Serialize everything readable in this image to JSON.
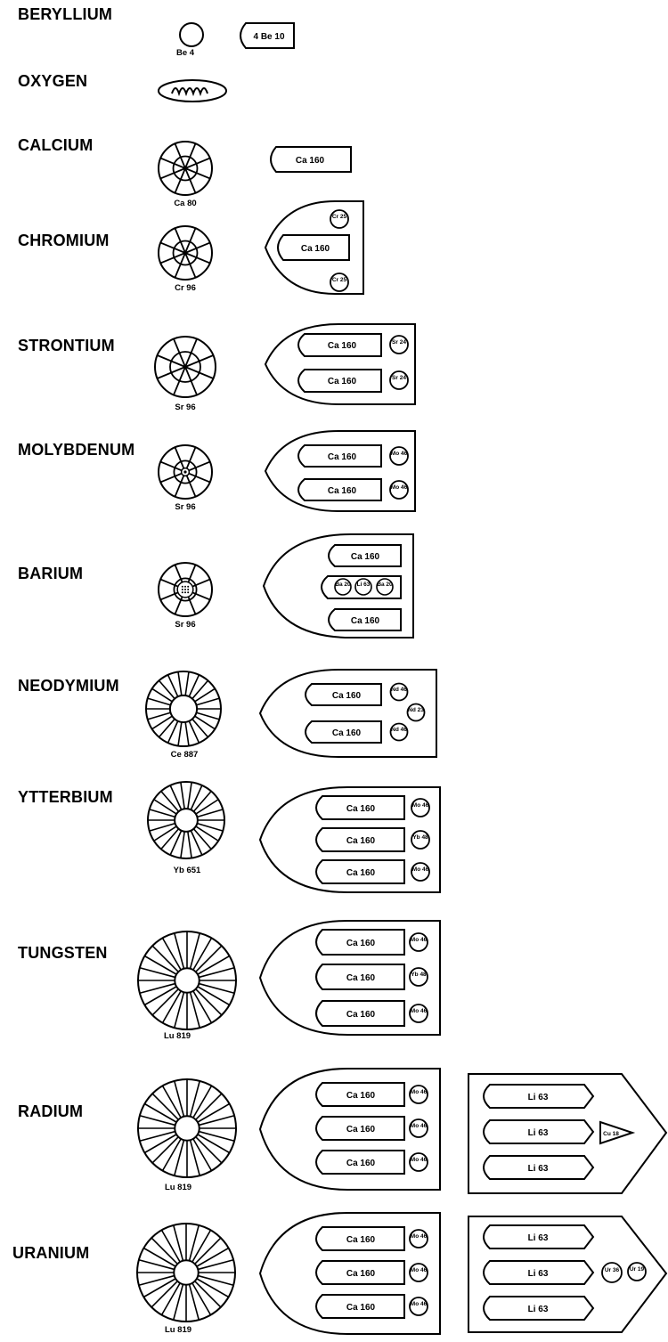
{
  "elements": [
    {
      "name": "BERYLLIUM",
      "caption": "Be 4",
      "tag": "4 Be 10"
    },
    {
      "name": "OXYGEN"
    },
    {
      "name": "CALCIUM",
      "caption": "Ca 80",
      "tag": "Ca 160"
    },
    {
      "name": "CHROMIUM",
      "caption": "Cr 96",
      "bar": "Ca 160",
      "circles": [
        "Cr 25",
        "Cr 25"
      ]
    },
    {
      "name": "STRONTIUM",
      "caption": "Sr 96",
      "bars": [
        "Ca 160",
        "Ca 160"
      ],
      "circles": [
        "Sr 24",
        "Sr 24"
      ]
    },
    {
      "name": "MOLYBDENUM",
      "caption": "Sr 96",
      "bars": [
        "Ca 160",
        "Ca 160"
      ],
      "circles": [
        "Mo 46",
        "Mo 46"
      ]
    },
    {
      "name": "BARIUM",
      "caption": "Sr 96",
      "bars": [
        "Ca 160",
        "Ca 160"
      ],
      "circles": [
        "Ba 20",
        "Li 63",
        "Ba 20"
      ]
    },
    {
      "name": "NEODYMIUM",
      "caption": "Ce 887",
      "bars": [
        "Ca 160",
        "Ca 160"
      ],
      "circles": [
        "Nd 46",
        "Nd 23",
        "Nd 46"
      ]
    },
    {
      "name": "YTTERBIUM",
      "caption": "Yb 651",
      "bars": [
        "Ca 160",
        "Ca 160",
        "Ca 160"
      ],
      "circles": [
        "Mo 46",
        "Yb 48",
        "Mo 46"
      ]
    },
    {
      "name": "TUNGSTEN",
      "caption": "Lu 819",
      "bars": [
        "Ca 160",
        "Ca 160",
        "Ca 160"
      ],
      "circles": [
        "Mo 46",
        "Yb 48",
        "Mo 46"
      ]
    },
    {
      "name": "RADIUM",
      "caption": "Lu 819",
      "bars": [
        "Ca 160",
        "Ca 160",
        "Ca 160"
      ],
      "circles": [
        "Mo 46",
        "Mo 46",
        "Mo 46"
      ],
      "li_bars": [
        "Li 63",
        "Li 63",
        "Li 63"
      ],
      "cu_tag": "Cu 18"
    },
    {
      "name": "URANIUM",
      "caption": "Lu 819",
      "bars": [
        "Ca 160",
        "Ca 160",
        "Ca 160"
      ],
      "circles": [
        "Mo 46",
        "Mo 46",
        "Mo 46"
      ],
      "li_bars": [
        "Li 63",
        "Li 63",
        "Li 63"
      ],
      "u_circles": [
        "Ur 36",
        "Ur 19"
      ]
    }
  ]
}
